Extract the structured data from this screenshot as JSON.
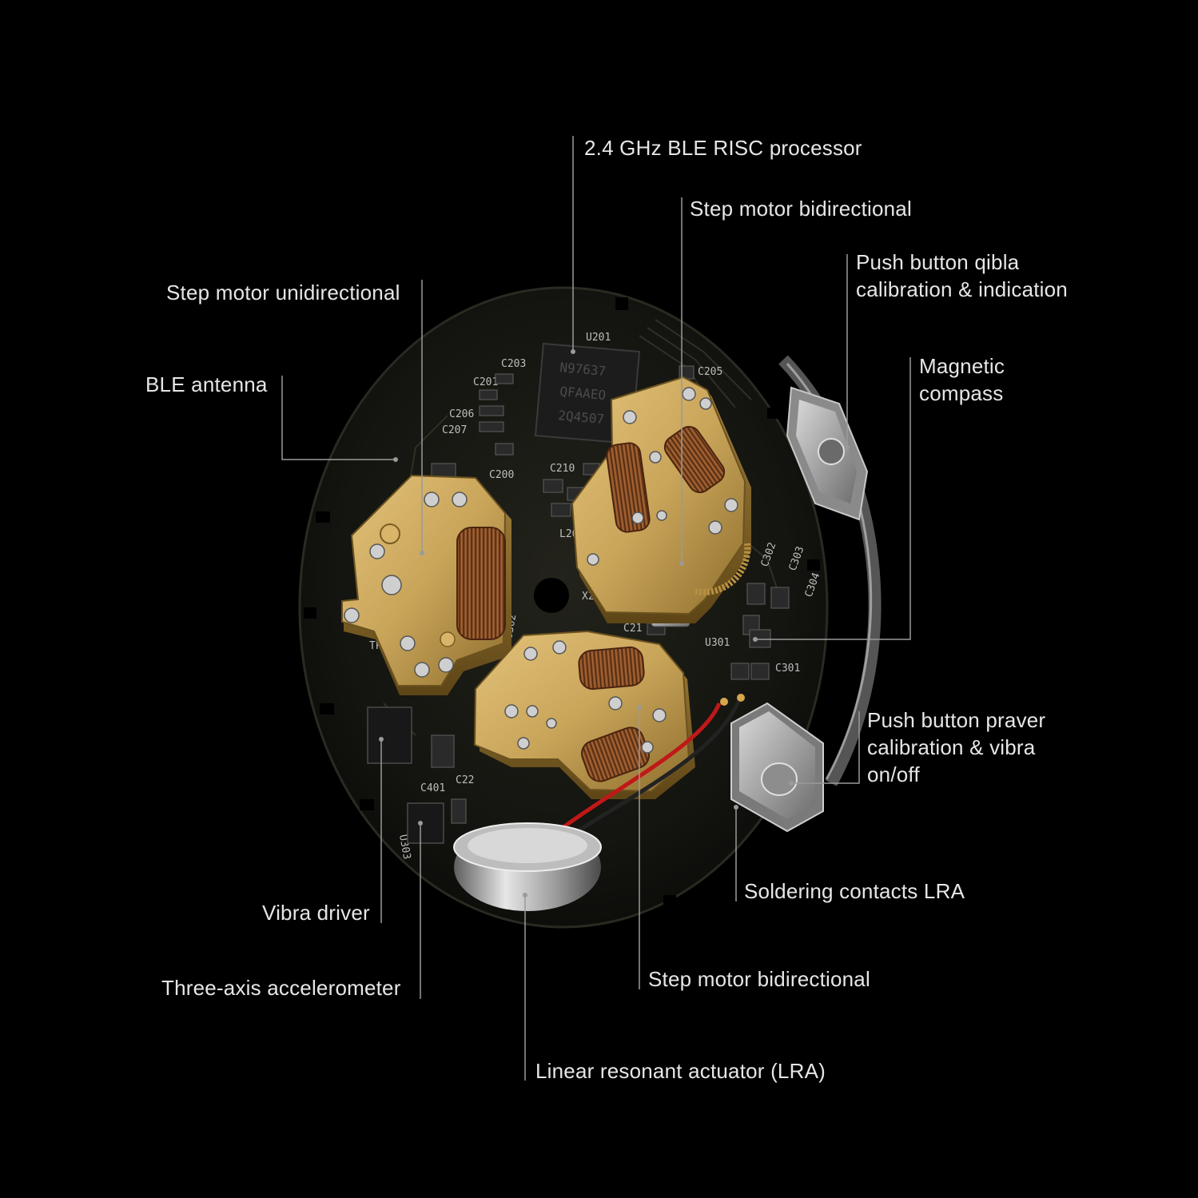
{
  "colors": {
    "background": "#000000",
    "label_text": "#e6e6e6",
    "leader_line": "#9a9a9a",
    "pcb": "#151511",
    "brass": "#c9a55a",
    "copper_coil": "#9a5a2e",
    "lra_silver": "#c8c8c8",
    "wire_red": "#c01818"
  },
  "labels": {
    "processor": [
      "2.4 GHz BLE RISC processor"
    ],
    "step_motor_bidir_top": [
      "Step motor bidirectional"
    ],
    "push_button_qibla": [
      "Push button qibla",
      "calibration & indication"
    ],
    "step_motor_unidir": [
      "Step motor unidirectional"
    ],
    "ble_antenna": [
      "BLE antenna"
    ],
    "magnetic_compass": [
      "Magnetic",
      "compass"
    ],
    "push_button_prayer": [
      "Push button praver",
      "calibration & vibra",
      "on/off"
    ],
    "soldering_contacts": [
      "Soldering contacts LRA"
    ],
    "vibra_driver": [
      "Vibra driver"
    ],
    "step_motor_bidir_bottom": [
      "Step motor bidirectional"
    ],
    "accelerometer": [
      "Three-axis accelerometer"
    ],
    "lra": [
      "Linear resonant actuator (LRA)"
    ]
  },
  "silkscreen": {
    "u201": "U201",
    "chip_marking": [
      "N97637",
      "QFAAEO",
      "2Q4507"
    ],
    "c203": "C203",
    "c201": "C201",
    "c206": "C206",
    "c207": "C207",
    "c200": "C200",
    "c210": "C210",
    "c205": "C205",
    "l203": "L203",
    "x202": "X202",
    "u302": "U302",
    "u301": "U301",
    "c301": "C301",
    "c302": "C302",
    "c303": "C303",
    "c304": "C304",
    "tp3": "TP3",
    "c401": "C401",
    "u303": "U303",
    "c22": "C22",
    "c21": "C21"
  }
}
